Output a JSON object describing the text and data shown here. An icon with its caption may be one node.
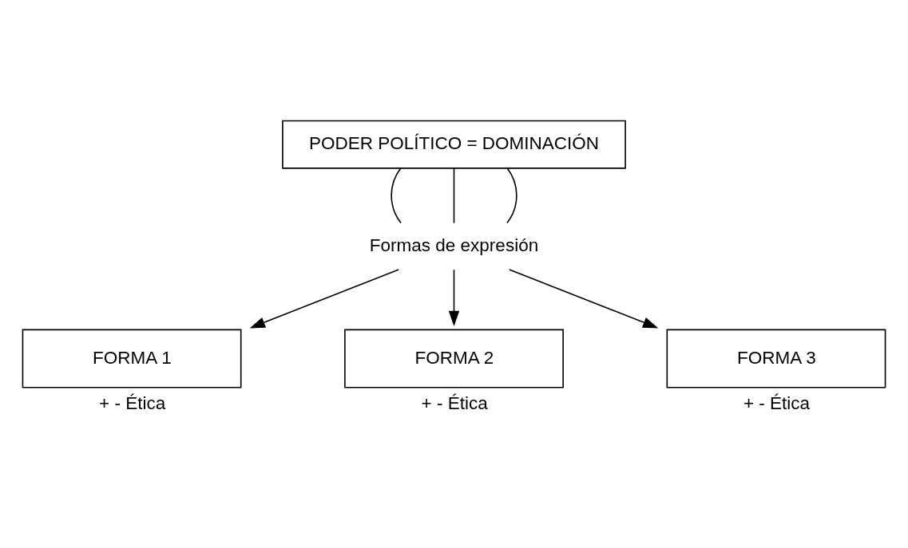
{
  "diagram": {
    "nodes": [
      {
        "text": [
          "PODER POLÍTICO = DOMINACIÓN"
        ]
      },
      {
        "text": [
          "Formas de expresión"
        ]
      },
      {
        "text": [
          "FORMA 1"
        ],
        "beside": [
          "+ - Ética"
        ]
      },
      {
        "text": [
          "FORMA 2"
        ],
        "beside": [
          "+ - Ética"
        ]
      },
      {
        "text": [
          "FORMA 3"
        ],
        "beside": [
          "+ - Ética"
        ]
      }
    ],
    "edges": [
      {
        "from": 0,
        "to": 1,
        "arrow": "none"
      },
      {
        "from": 0,
        "to": 1,
        "arrow": "none"
      },
      {
        "from": 0,
        "to": 1,
        "arrow": "none"
      },
      {
        "from": 1,
        "to": 2,
        "arrow": "to"
      },
      {
        "from": 1,
        "to": 3,
        "arrow": "to"
      },
      {
        "from": 1,
        "to": 4,
        "arrow": "to"
      }
    ]
  }
}
